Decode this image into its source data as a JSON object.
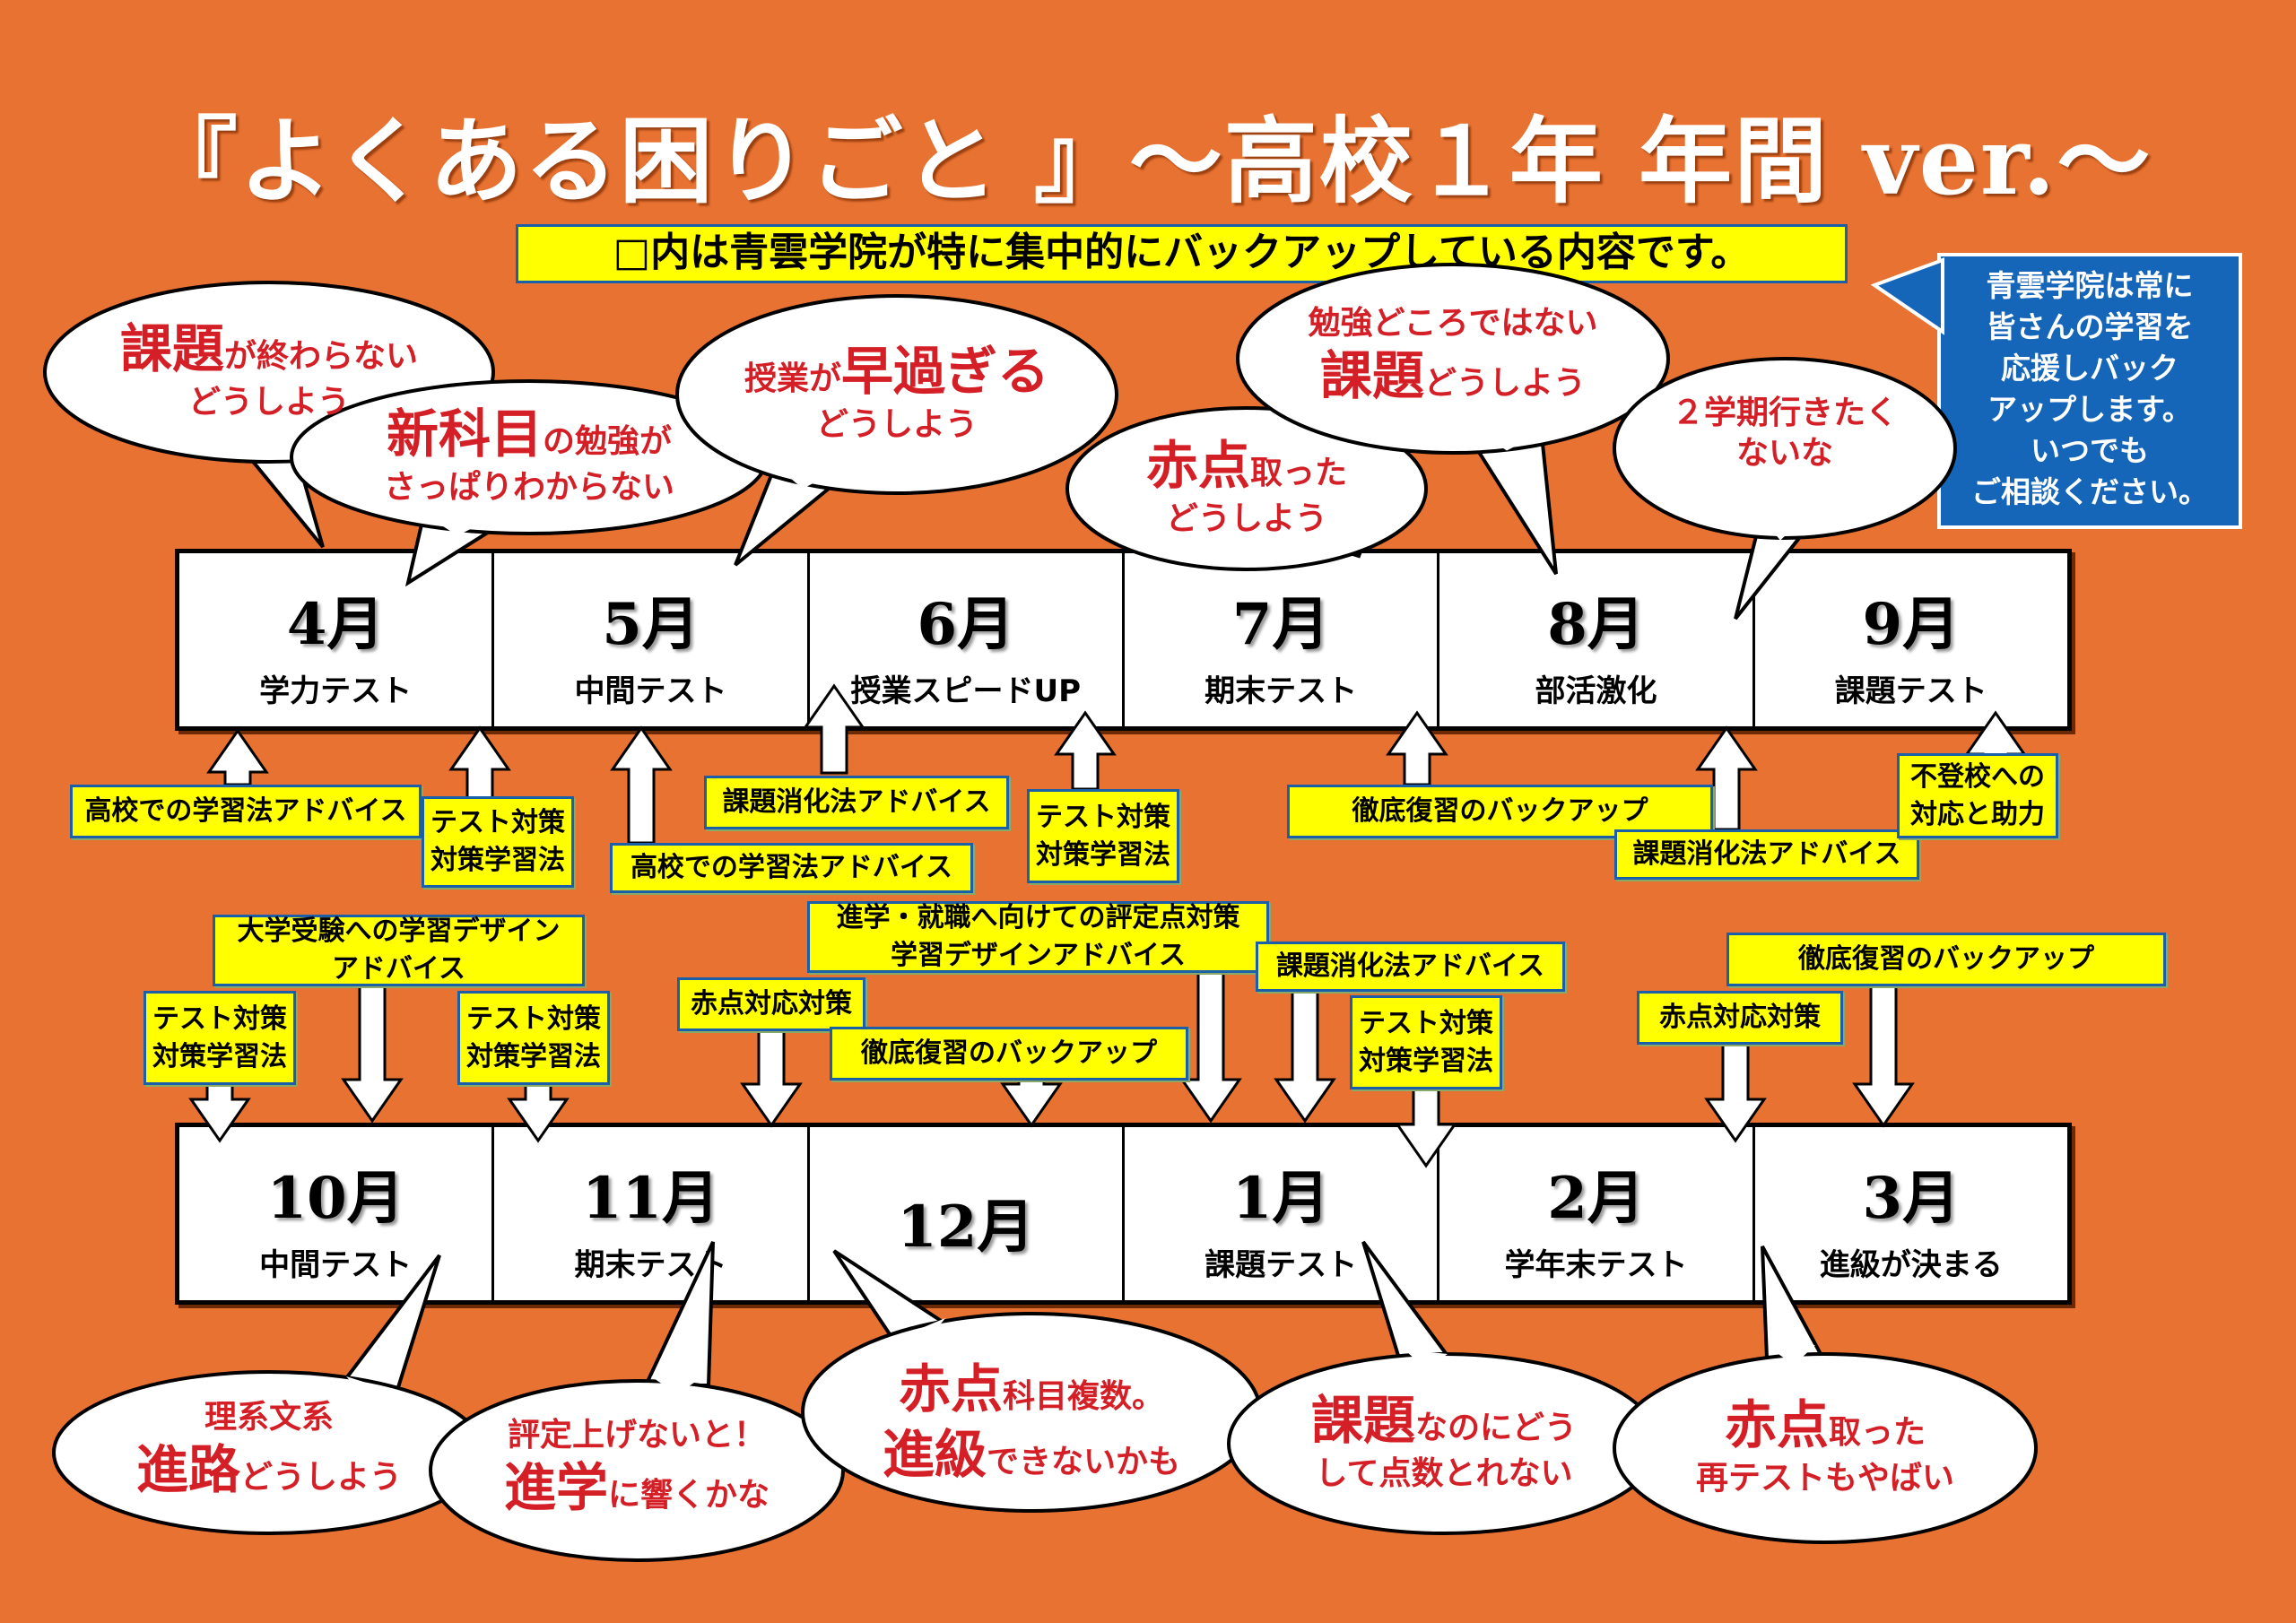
{
  "title": "『よくある困りごと 』～高校１年 年間 ver.～",
  "banner": "□内は青雲学院が特に集中的にバックアップしている内容です。",
  "support_box": [
    "青雲学院は常に",
    "皆さんの学習を",
    "応援しバック",
    "アップします。",
    "いつでも",
    "ご相談ください。"
  ],
  "months_top": [
    {
      "month": "4月",
      "event": "学力テスト"
    },
    {
      "month": "5月",
      "event": "中間テスト"
    },
    {
      "month": "6月",
      "event": "授業スピードUP"
    },
    {
      "month": "7月",
      "event": "期末テスト"
    },
    {
      "month": "8月",
      "event": "部活激化"
    },
    {
      "month": "9月",
      "event": "課題テスト"
    }
  ],
  "months_bottom": [
    {
      "month": "10月",
      "event": "中間テスト"
    },
    {
      "month": "11月",
      "event": "期末テスト"
    },
    {
      "month": "12月",
      "event": ""
    },
    {
      "month": "1月",
      "event": "課題テスト"
    },
    {
      "month": "2月",
      "event": "学年末テスト"
    },
    {
      "month": "3月",
      "event": "進級が決まる"
    }
  ],
  "notes_top": [
    [
      "高校での学習法アドバイス"
    ],
    [
      "テスト対策",
      "対策学習法"
    ],
    [
      "高校での学習法アドバイス"
    ],
    [
      "課題消化法アドバイス"
    ],
    [
      "テスト対策",
      "対策学習法"
    ],
    [
      "徹底復習のバックアップ"
    ],
    [
      "課題消化法アドバイス"
    ],
    [
      "不登校への",
      "対応と助力"
    ]
  ],
  "notes_bottom": [
    [
      "大学受験への学習デザイン",
      "アドバイス"
    ],
    [
      "テスト対策",
      "対策学習法"
    ],
    [
      "テスト対策",
      "対策学習法"
    ],
    [
      "赤点対応対策"
    ],
    [
      "進学・就職へ向けての評定点対策",
      "学習デザインアドバイス"
    ],
    [
      "徹底復習のバックアップ"
    ],
    [
      "課題消化法アドバイス"
    ],
    [
      "テスト対策",
      "対策学習法"
    ],
    [
      "赤点対応対策"
    ],
    [
      "徹底復習のバックアップ"
    ]
  ],
  "bubbles": [
    [
      [
        [
          "課題",
          "b"
        ],
        [
          "が終わらない",
          "s"
        ]
      ],
      [
        [
          "どうしよう",
          "s"
        ]
      ]
    ],
    [
      [
        [
          "新科目",
          "b"
        ],
        [
          "の勉強が",
          "s"
        ]
      ],
      [
        [
          "さっぱりわからない",
          "s"
        ]
      ]
    ],
    [
      [
        [
          "授業が",
          "s"
        ],
        [
          "早過ぎる",
          "b"
        ]
      ],
      [
        [
          "どうしよう",
          "s"
        ]
      ]
    ],
    [
      [
        [
          "赤点",
          "b"
        ],
        [
          "取った",
          "s"
        ]
      ],
      [
        [
          "どうしよう",
          "s"
        ]
      ]
    ],
    [
      [
        [
          "勉強どころではない",
          "s"
        ]
      ],
      [
        [
          "課題",
          "b"
        ],
        [
          "どうしよう",
          "s"
        ]
      ]
    ],
    [
      [
        [
          "２学期行きたく",
          "s"
        ]
      ],
      [
        [
          "ないな",
          "s"
        ]
      ]
    ],
    [
      [
        [
          "理系文系",
          "s"
        ]
      ],
      [
        [
          "進路",
          "b"
        ],
        [
          "どうしよう",
          "s"
        ]
      ]
    ],
    [
      [
        [
          "評定上げないと！",
          "s"
        ]
      ],
      [
        [
          "進学",
          "b"
        ],
        [
          "に響くかな",
          "s"
        ]
      ]
    ],
    [
      [
        [
          "赤点",
          "b"
        ],
        [
          "科目複数。",
          "s"
        ]
      ],
      [
        [
          "進級",
          "b"
        ],
        [
          "できないかも",
          "s"
        ]
      ]
    ],
    [
      [
        [
          "課題",
          "b"
        ],
        [
          "なのにどう",
          "s"
        ]
      ],
      [
        [
          "して点数とれない",
          "s"
        ]
      ]
    ],
    [
      [
        [
          "赤点",
          "b"
        ],
        [
          "取った",
          "s"
        ]
      ],
      [
        [
          "再テストもやばい",
          "s"
        ]
      ]
    ]
  ],
  "colors": {
    "background": "#e87231",
    "note": "#ffff00",
    "bubble_text": "#d41f26",
    "support_box": "#1565b8"
  }
}
